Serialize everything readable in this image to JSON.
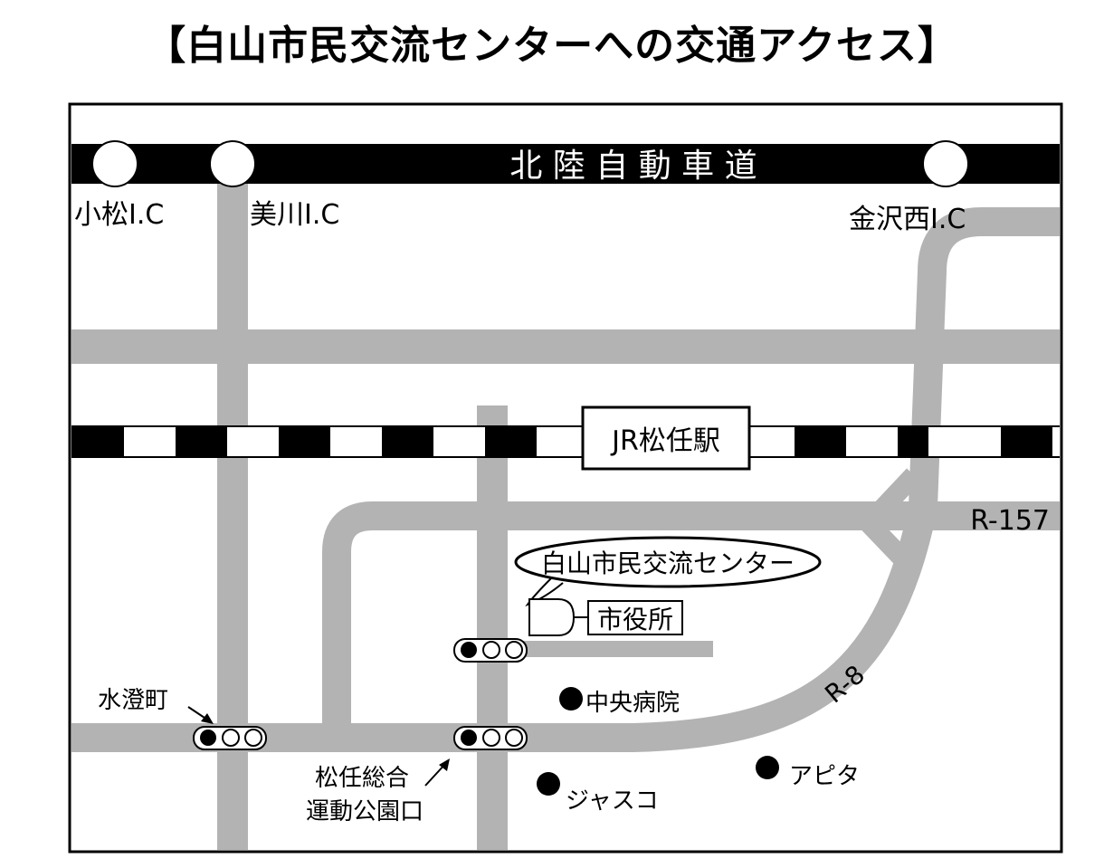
{
  "title": "【白山市民交流センターへの交通アクセス】",
  "map": {
    "expressway": "北 陸 自 動 車 道",
    "interchanges": [
      "小松I.C",
      "美川I.C",
      "金沢西I.C"
    ],
    "station": "JR松任駅",
    "routes": [
      "R-157",
      "R-8"
    ],
    "destination": "白山市民交流センター",
    "city_hall": "市役所",
    "intersections": [
      "水澄町",
      "松任総合",
      "運動公園口"
    ],
    "landmarks": [
      "中央病院",
      "ジャスコ",
      "アピタ"
    ]
  }
}
